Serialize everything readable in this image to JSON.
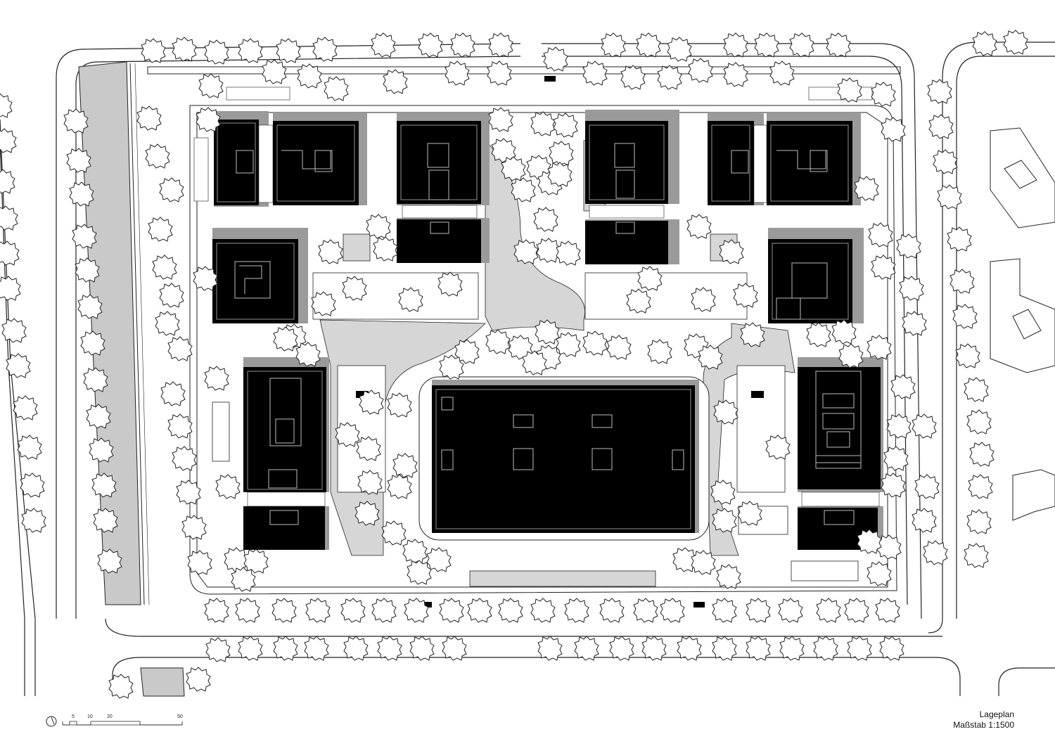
{
  "title_block": {
    "title": "Lageplan",
    "scale": "Maßstab 1:1500"
  },
  "scale_bar": {
    "ticks": [
      "5",
      "10",
      "20",
      "50"
    ],
    "north_icon": "north-arrow-icon"
  },
  "colors": {
    "building_roof": "#000000",
    "building_shadow": "#9a9a9a",
    "paving": "#d6d6d6",
    "line": "#222222",
    "background": "#ffffff"
  },
  "legend": {
    "trees": "tree-symbol-icon"
  }
}
